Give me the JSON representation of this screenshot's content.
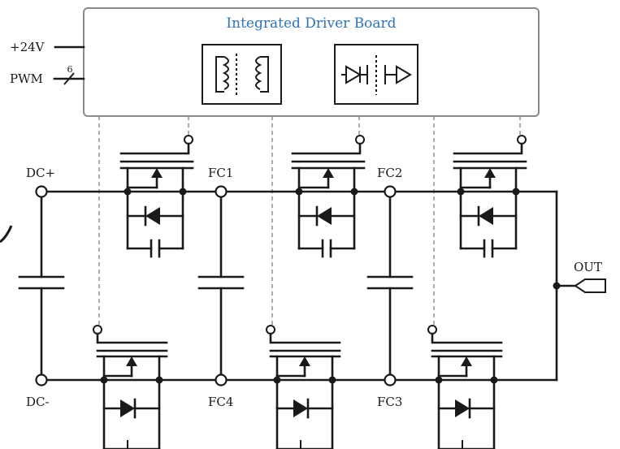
{
  "board": {
    "title": "Integrated Driver Board"
  },
  "inputs": {
    "supply": "+24V",
    "pwm": "PWM",
    "pwm_bus_width": "6"
  },
  "nodes": {
    "dc_plus": "DC+",
    "dc_minus": "DC-",
    "fc1": "FC1",
    "fc2": "FC2",
    "fc3": "FC3",
    "fc4": "FC4",
    "out": "OUT"
  },
  "colors": {
    "title": "#2e73b8",
    "line": "#1a1a1a",
    "dashed": "#8a8a8a",
    "board_border": "#8a8a8a"
  }
}
